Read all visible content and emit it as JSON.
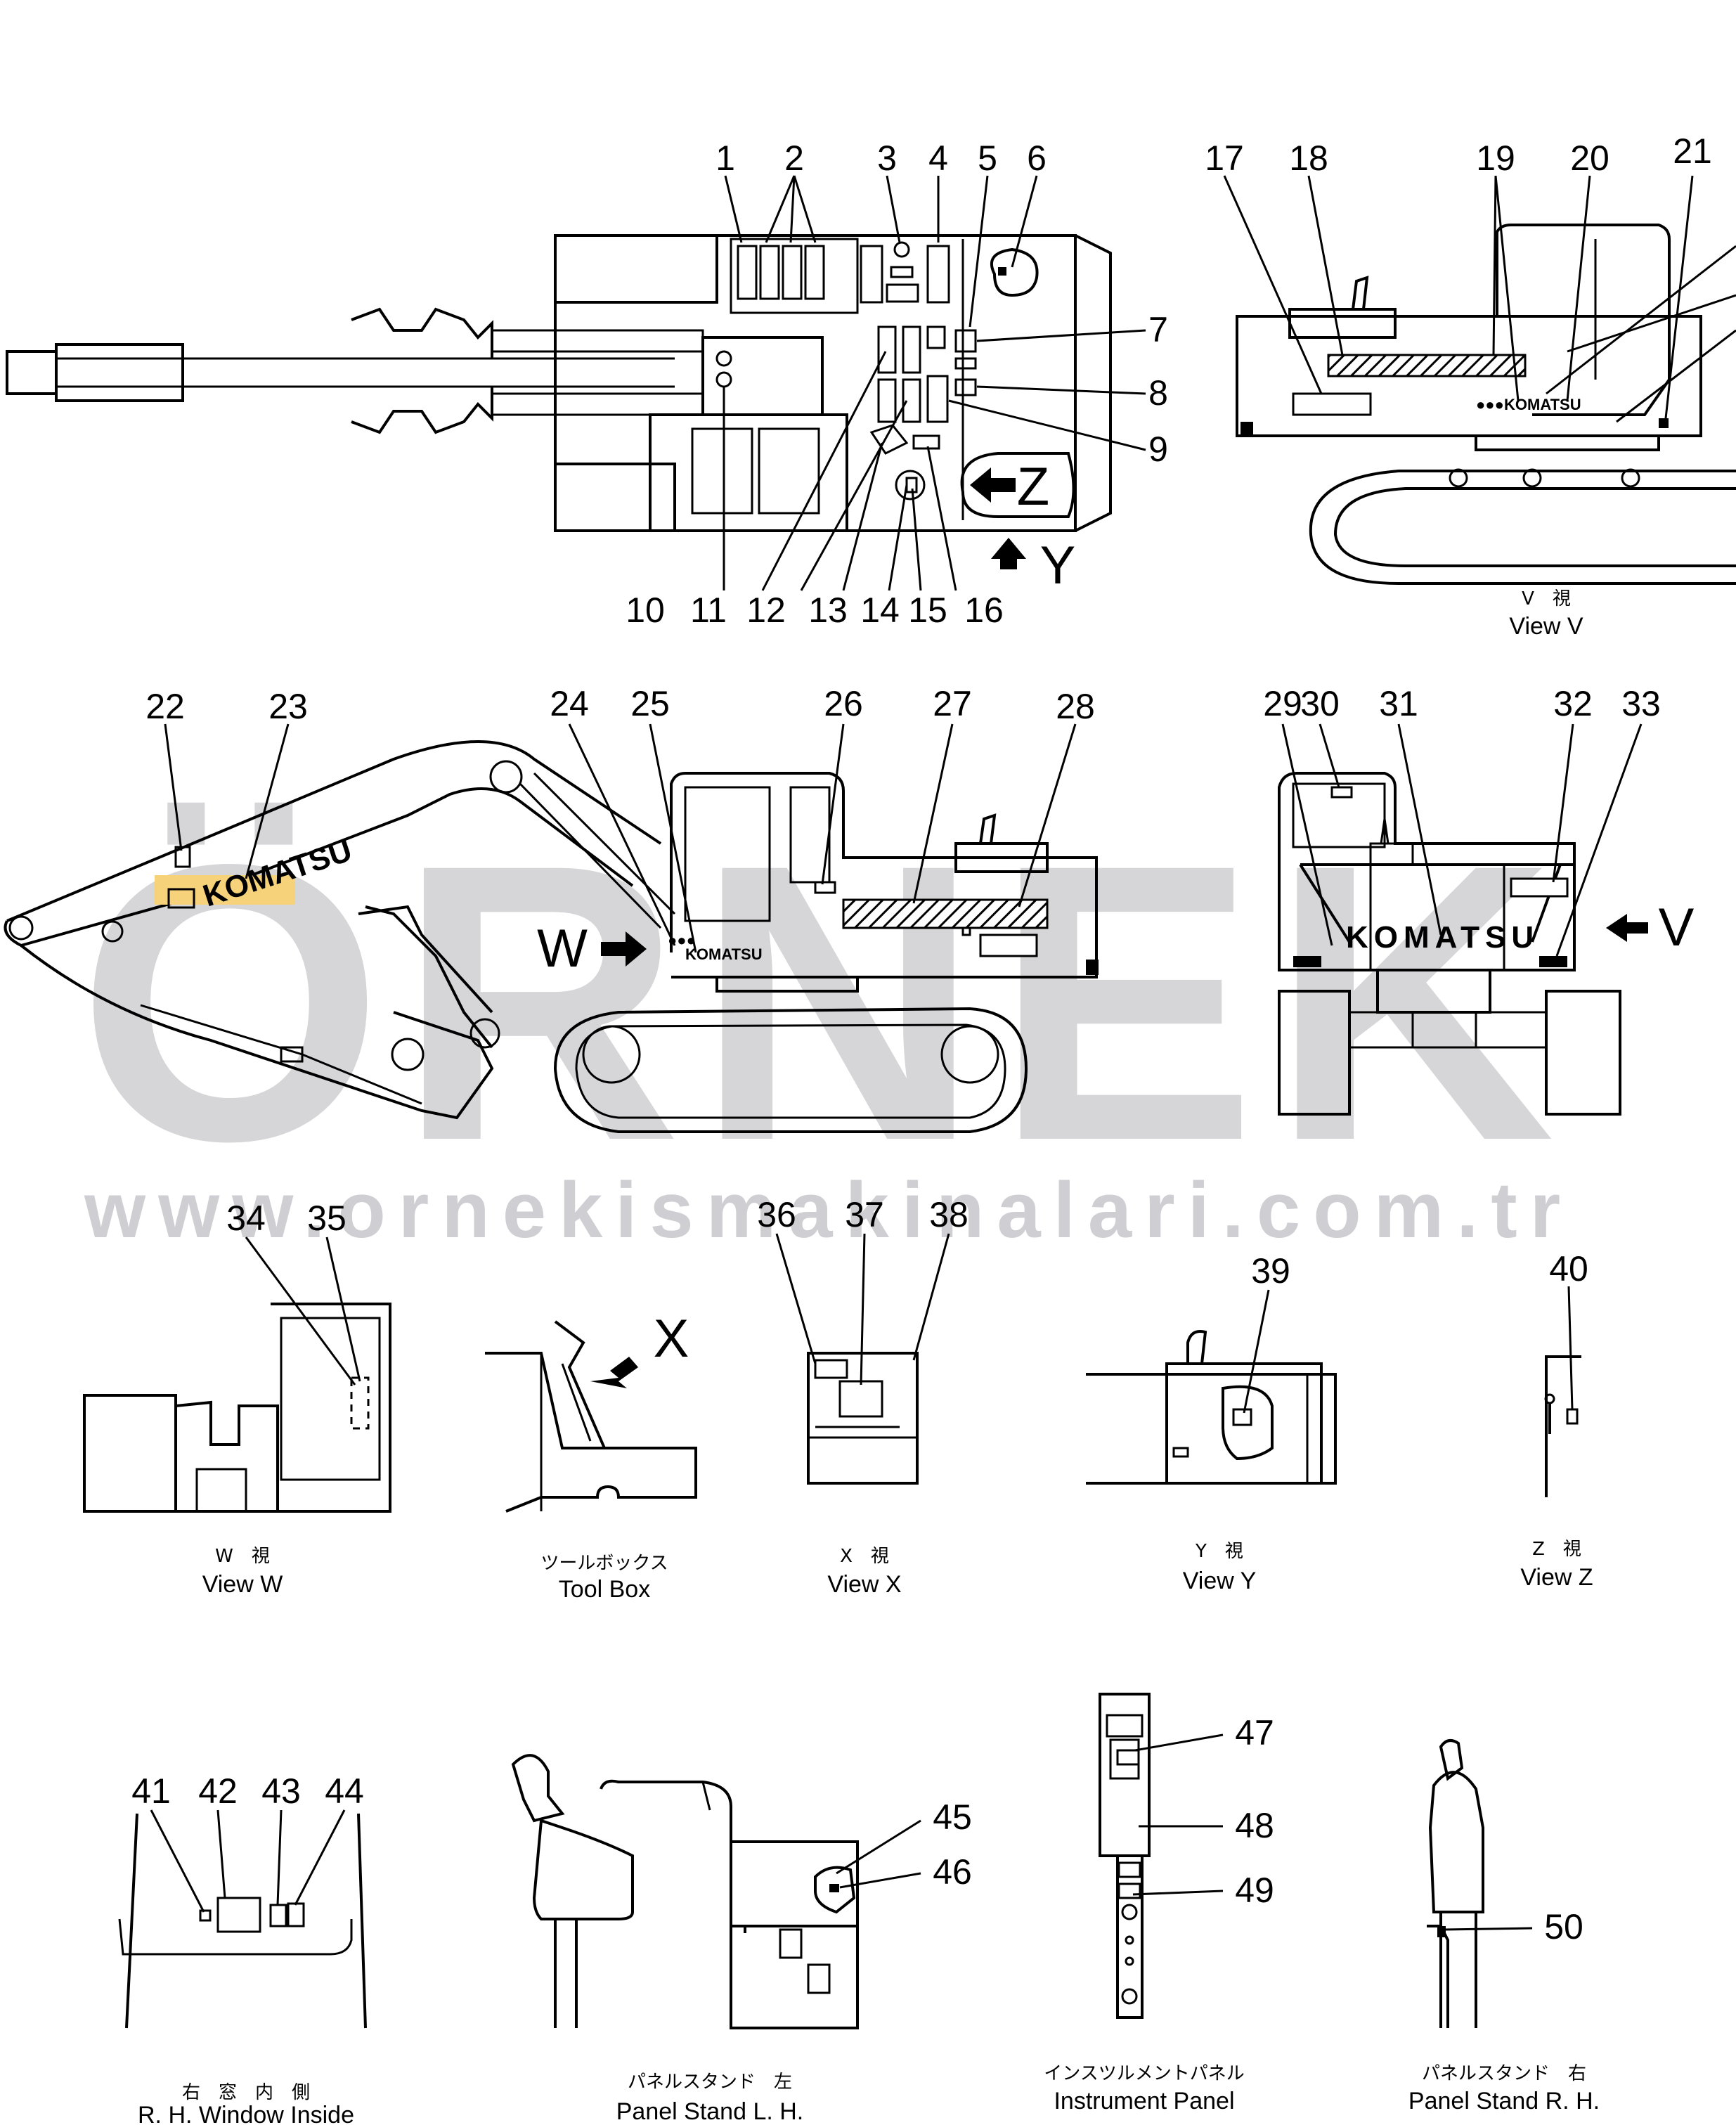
{
  "watermark": {
    "logo_text": "ÖRNEK",
    "url": "www.ornekismakinalari.com.tr"
  },
  "brand": {
    "name": "KOMATSU"
  },
  "view_letters": {
    "y": "Y",
    "z": "Z",
    "w": "W",
    "v": "V",
    "x": "X"
  },
  "callouts": [
    "1",
    "2",
    "3",
    "4",
    "5",
    "6",
    "7",
    "8",
    "9",
    "10",
    "11",
    "12",
    "13",
    "14",
    "15",
    "16",
    "17",
    "18",
    "19",
    "20",
    "21",
    "22",
    "23",
    "24",
    "25",
    "26",
    "27",
    "28",
    "29",
    "30",
    "31",
    "32",
    "33",
    "34",
    "35",
    "36",
    "37",
    "38",
    "39",
    "40",
    "41",
    "42",
    "43",
    "44",
    "45",
    "46",
    "47",
    "48",
    "49",
    "50"
  ],
  "captions": {
    "view_v": {
      "jp": "V　視",
      "en": "View V"
    },
    "view_w": {
      "jp": "W　視",
      "en": "View W"
    },
    "tool_box": {
      "jp": "ツールボックス",
      "en": "Tool Box"
    },
    "view_x": {
      "jp": "X　視",
      "en": "View X"
    },
    "view_y": {
      "jp": "Y　視",
      "en": "View Y"
    },
    "view_z": {
      "jp": "Z　視",
      "en": "View Z"
    },
    "rh_window": {
      "jp": "右　窓　内　側",
      "en": "R. H. Window Inside"
    },
    "panel_lh": {
      "jp": "パネルスタンド　左",
      "en": "Panel Stand L. H."
    },
    "instrument": {
      "jp": "インスツルメントパネル",
      "en": "Instrument Panel"
    },
    "panel_rh": {
      "jp": "パネルスタンド　右",
      "en": "Panel Stand R. H."
    }
  },
  "colors": {
    "highlight": "#f6d27a",
    "watermark": "#d6d6d9",
    "line": "#000000"
  }
}
